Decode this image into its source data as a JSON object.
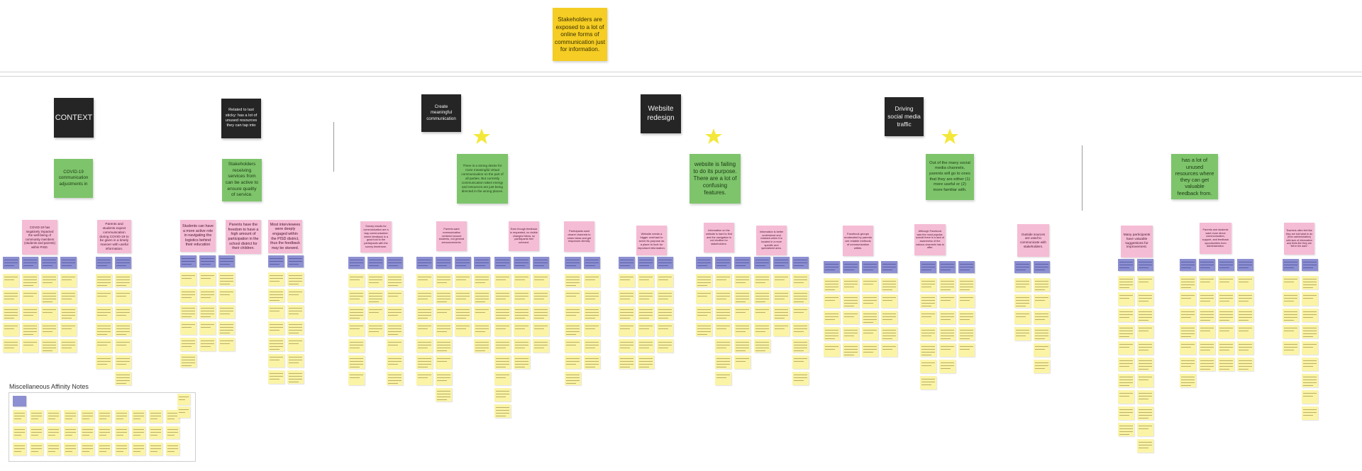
{
  "board": {
    "top_note": "Stakeholders are exposed to a lot of online forms of communication just for information.",
    "misc_title": "Miscellaneous Affinity Notes",
    "colors": {
      "theme_box": "#252525",
      "insight_note": "#7ec46b",
      "finding_note": "#f5bcd5",
      "participant_tag": "#8c8fd1",
      "observation_note": "#fbf4a6",
      "headline_note": "#f5cd24",
      "priority_star": "#f3e83a"
    },
    "icons": [
      "star-icon"
    ]
  },
  "themes": [
    {
      "title": "CONTEXT",
      "insight": "COVID-19 communication adjustments in",
      "findings": [
        "COVID-19 has negatively impacted the well-being of community members (students and parents) within PISD.",
        "Parents and students expect communication during COVID-19 to be given in a timely manner with useful information."
      ]
    },
    {
      "title": "Related to last sticky: has a lot of unused resources they can tap into",
      "insight": "Stakeholders receiving services from can be active to ensure quality of service.",
      "findings": [
        "Students can have a more active role in navigating the logistics behind their education",
        "Parents have the freedom to have a high amount of participation in the school district for their children.",
        "Most interviewees were deeply engaged within the PISD district, thus the feedback may be skewed."
      ]
    },
    {
      "title": "Create meaningful communication",
      "insight": "There is a strong desire for more meaningful virtual communication on the part of all parties. But currently communication takes energy and resources are just being directed in the wrong places.",
      "findings": [
        "Survey results for communication are a way communication where feedback is a good tool to the participants with the survey timeframe.",
        "Parents want communication centered around students, not general announcements.",
        "Even though feedback is requested, no visible changes follow, so participants feel unheard.",
        "Participants want clearer channels to share ideas and get responses directly."
      ]
    },
    {
      "title": "Website redesign",
      "insight": "website is failing to do its purpose. There are a lot of confusing features.",
      "findings": [
        "Website needs a bigger overhaul to serve its purpose as a place to look for important information.",
        "Information on the website is hard to find and the navigation is not intuitive for stakeholders.",
        "Information is better understood and retained when it is located in a more specific and specialized area."
      ]
    },
    {
      "title": "Driving social media traffic",
      "insight": "Out of the many social media channels, parents will go to ones that they are either (1) more useful or (2) more familiar with.",
      "findings": [
        "Facebook groups moderated by parents are reliable methods of communication within.",
        "Although Facebook was the most popular, overall there is a lack of awareness of the various channels has to offer.",
        "Outside sources are used to communicate with stakeholders."
      ]
    },
    {
      "title": "",
      "insight": "has a lot of unused resources where they can get valuable feedback from.",
      "findings": [
        "Many participants have valuable suggestions for improvement.",
        "Parents and students want more direct communication, support, and feedback opportunities from administration.",
        "Teachers often feel like they are told what to do (from administration) with lack of information and feels like they are \"left in the dark\"."
      ]
    }
  ]
}
